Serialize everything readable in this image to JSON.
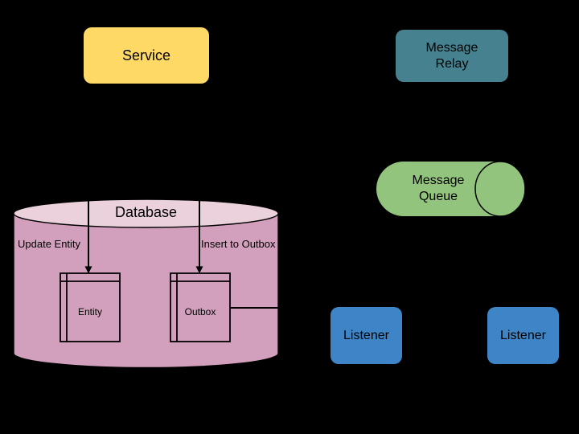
{
  "background_color": "#000000",
  "line_color": "#000000",
  "diagram": {
    "nodes": {
      "service": {
        "label": "Service",
        "color": "#FFD966"
      },
      "message_relay": {
        "lines": [
          "Message",
          "Relay"
        ],
        "color": "#45818E"
      },
      "message_queue": {
        "lines": [
          "Message",
          "Queue"
        ],
        "color": "#93C47D"
      },
      "database": {
        "label": "Database",
        "body_color": "#D2A0BC",
        "top_color": "#EAD1DC"
      },
      "entity_table": {
        "label": "Entity"
      },
      "outbox_table": {
        "label": "Outbox"
      },
      "listener_left": {
        "label": "Listener",
        "color": "#3D85C6"
      },
      "listener_right": {
        "label": "Listener",
        "color": "#3D85C6"
      }
    },
    "edge_labels": {
      "update_entity": "Update Entity",
      "insert_to_outbox": "Insert to Outbox"
    }
  }
}
